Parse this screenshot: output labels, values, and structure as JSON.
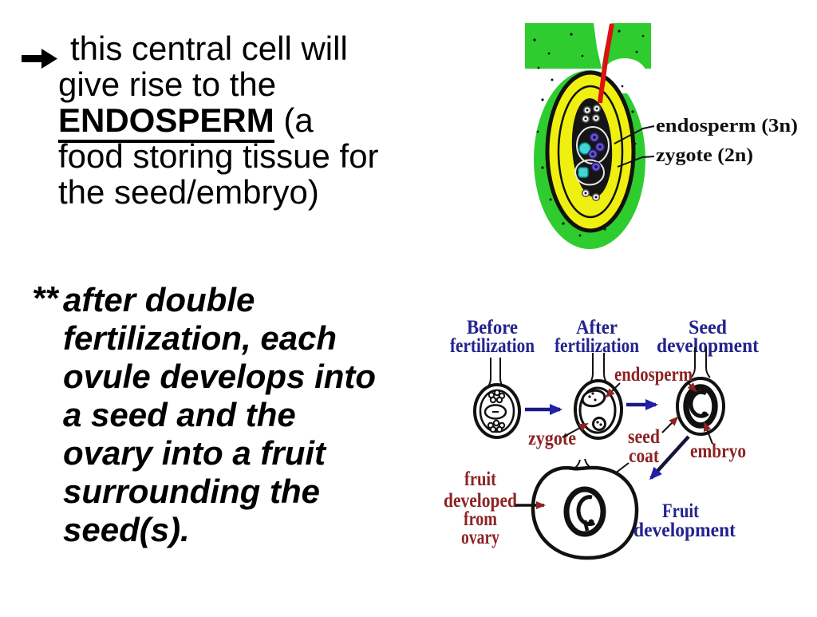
{
  "slide": {
    "paragraph1": {
      "bullet_icon": "heavy-right-arrow",
      "line1": "this central cell will",
      "line2": "give rise to the",
      "line3_emphasis": "ENDOSPERM",
      "line3_rest": " (a",
      "line4": "food storing tissue for",
      "line5": "the seed/embryo)"
    },
    "paragraph2": {
      "prefix": "**",
      "line1": "after double",
      "line2": "fertilization, each",
      "line3": "ovule develops into",
      "line4": "a seed and the",
      "line5": "ovary into a fruit",
      "line6": "surrounding the",
      "line7": "seed(s)."
    }
  },
  "ovule_figure": {
    "labels": {
      "endosperm": "endosperm (3n)",
      "zygote": "zygote (2n)"
    },
    "colors": {
      "green": "#2ecc2e",
      "yellow": "#efef10",
      "embryo_sac_black": "#151515",
      "pollen_tube_red": "#dd1111",
      "cell_cyan": "#3fd6d6",
      "cell_purple": "#6a52cc"
    }
  },
  "development_figure": {
    "stage_headers": [
      {
        "line1": "Before",
        "line2": "fertilization"
      },
      {
        "line1": "After",
        "line2": "fertilization"
      },
      {
        "line1": "Seed",
        "line2": "development"
      }
    ],
    "labels": {
      "endosperm": "endosperm",
      "zygote": "zygote",
      "seed_coat": {
        "line1": "seed",
        "line2": "coat"
      },
      "embryo": "embryo",
      "fruit_from_ovary": {
        "line1": "fruit",
        "line2": "developed",
        "line3": "from",
        "line4": "ovary"
      },
      "fruit_development": {
        "line1": "Fruit",
        "line2": "development"
      }
    },
    "colors": {
      "heading_navy": "#23238e",
      "label_red": "#8e2323",
      "arrow_navy": "#1a1a8c"
    }
  }
}
